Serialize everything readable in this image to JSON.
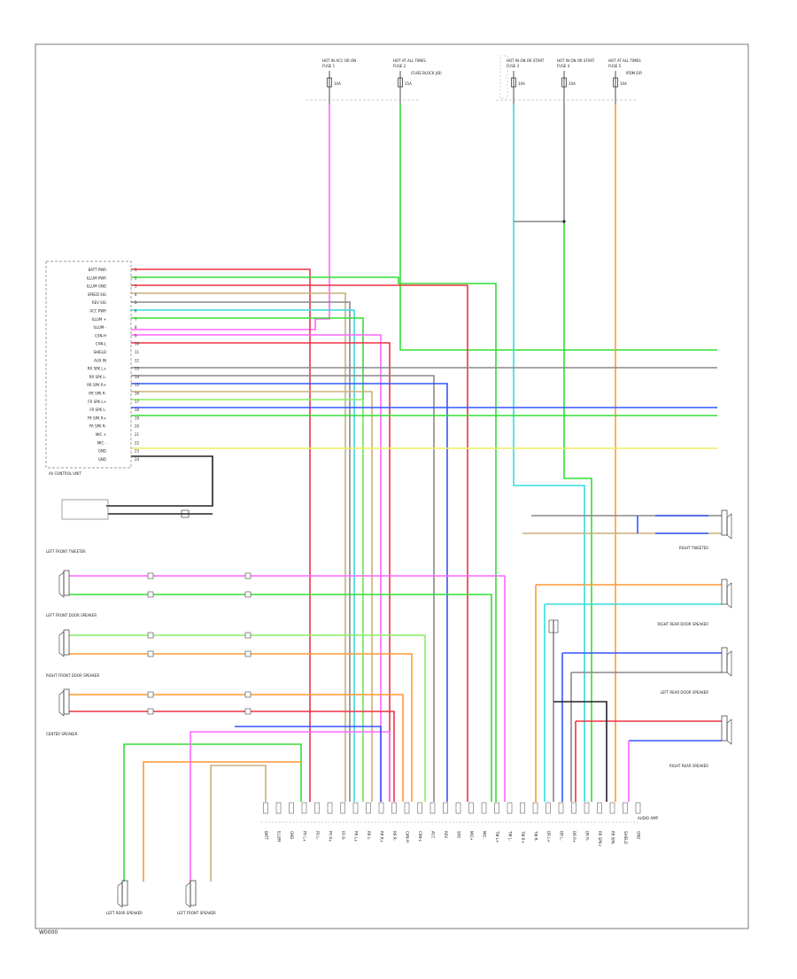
{
  "diagram": {
    "footer_code": "W0000",
    "top_fuses": [
      {
        "id": "fuse-1",
        "head": "HOT IN ACC OR ON",
        "rating": "10A",
        "ref": "FUSE 1"
      },
      {
        "id": "fuse-2",
        "head": "HOT AT ALL TIMES",
        "rating": "15A",
        "ref": "FUSE 2",
        "note": "(FUSE BLOCK J/B)"
      },
      {
        "id": "fuse-3",
        "head": "HOT IN ON OR START",
        "rating": "10A",
        "ref": "FUSE 3"
      },
      {
        "id": "fuse-4",
        "head": "HOT IN ON OR START",
        "rating": "10A",
        "ref": "FUSE 4"
      },
      {
        "id": "fuse-5",
        "head": "HOT AT ALL TIMES",
        "rating": "10A",
        "ref": "FUSE 5",
        "note": "IPDM E/R"
      }
    ],
    "unit_box": {
      "label": "AV CONTROL UNIT",
      "pins": [
        "BATT PWR",
        "ILLUM PWR",
        "ILLUM GND",
        "SPEED SIG",
        "REV SIG",
        "ACC PWR",
        "ILLUM +",
        "ILLUM -",
        "CAN-H",
        "CAN-L",
        "SHIELD",
        "AUX IN",
        "RR SPK L+",
        "RR SPK L-",
        "RR SPK R+",
        "RR SPK R-",
        "FR SPK L+",
        "FR SPK L-",
        "FR SPK R+",
        "FR SPK R-",
        "MIC +",
        "MIC -",
        "GND",
        "GND"
      ]
    },
    "components": [
      {
        "id": "front-tweeter-left",
        "label": "LEFT FRONT TWEETER"
      },
      {
        "id": "left-front-door",
        "label": "LEFT FRONT DOOR SPEAKER"
      },
      {
        "id": "center-spk",
        "label": "CENTER SPEAKER"
      },
      {
        "id": "right-front-door",
        "label": "RIGHT FRONT DOOR SPEAKER"
      },
      {
        "id": "right-tweeter",
        "label": "RIGHT TWEETER"
      },
      {
        "id": "right-rear-door",
        "label": "RIGHT REAR DOOR SPEAKER"
      },
      {
        "id": "left-rear-door",
        "label": "LEFT REAR DOOR SPEAKER"
      },
      {
        "id": "right-rear-speaker",
        "label": "RIGHT REAR SPEAKER"
      },
      {
        "id": "left-rear-bottom",
        "label": "LEFT REAR SPEAKER"
      },
      {
        "id": "left-front-bottom",
        "label": "LEFT FRONT SPEAKER"
      },
      {
        "id": "amp",
        "label": "AUDIO AMP"
      }
    ],
    "bottom_pins": [
      "BATT",
      "ILLUM",
      "GND",
      "FR L+",
      "FR L-",
      "FR R+",
      "FR R-",
      "RR L+",
      "RR L-",
      "RR R+",
      "RR R-",
      "CAN-H",
      "CAN-L",
      "ACC",
      "REV",
      "SPD",
      "MIC+",
      "MIC-",
      "TW L+",
      "TW L-",
      "TW R+",
      "TW R-",
      "DR L+",
      "DR L-",
      "DR R+",
      "DR R-",
      "RR SPK+",
      "RR SPK-",
      "SHIELD",
      "GND"
    ],
    "colors": {
      "pink": "#ff66ff",
      "green": "#33dd33",
      "red": "#ee3344",
      "blue": "#3355ff",
      "cyan": "#33dddd",
      "orange": "#ff9933",
      "yellow": "#eeee66",
      "gray": "#888888",
      "tan": "#c8b07a",
      "black": "#222222",
      "lightgreen": "#88ee66"
    }
  }
}
